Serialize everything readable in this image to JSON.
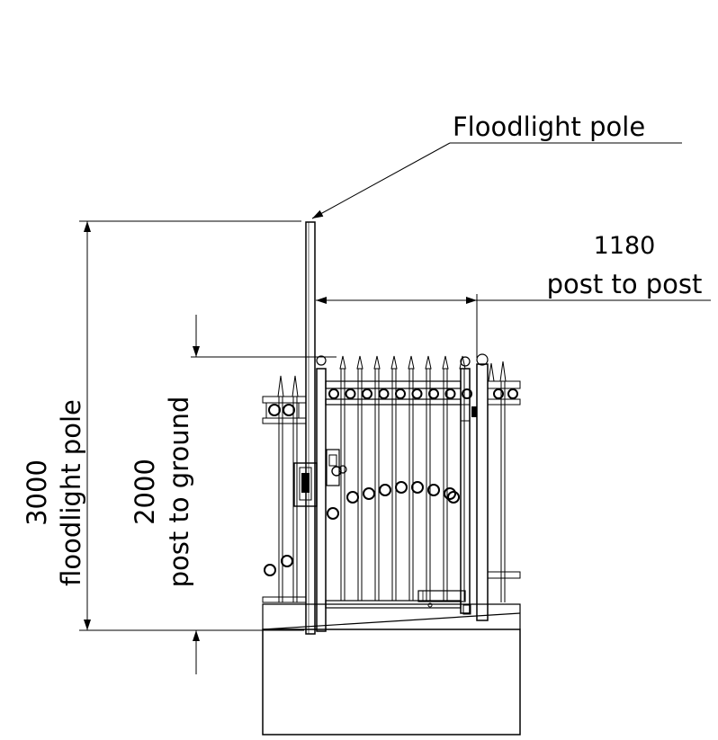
{
  "labels": {
    "floodlight_callout": "Floodlight pole",
    "dim_post_to_post_value": "1180",
    "dim_post_to_post_text": "post to post",
    "dim_post_height_value": "2000",
    "dim_post_height_text": "post to ground",
    "dim_pole_height_value": "3000",
    "dim_pole_height_text": "floodlight pole"
  },
  "colors": {
    "line": "#000000",
    "background": "#ffffff"
  }
}
